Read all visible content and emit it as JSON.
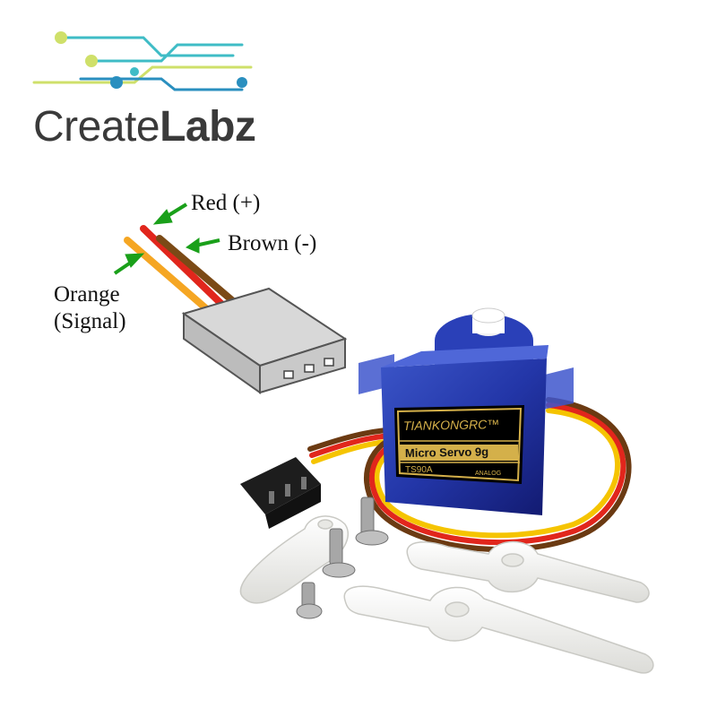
{
  "brand": {
    "name_part1": "Create",
    "name_part2": "Labz",
    "color_part1": "#3a3a3a",
    "color_part2": "#3a3a3a",
    "logo_colors": [
      "#cfe06a",
      "#3fbcc6",
      "#2a8fbf"
    ]
  },
  "wiring": {
    "red": "Red (+)",
    "brown": "Brown (-)",
    "orange_line1": "Orange",
    "orange_line2": "(Signal)",
    "arrow_color": "#1aa01a"
  },
  "servo_label": {
    "brand": "TIANKONGRC™",
    "model": "Micro Servo 9g",
    "part": "TS90A",
    "type": "ANALOG"
  },
  "icons": [
    "logo-circuit-icon",
    "callout-arrow-icon",
    "connector-icon",
    "servo-motor-icon",
    "servo-horn-icon",
    "screw-icon"
  ]
}
